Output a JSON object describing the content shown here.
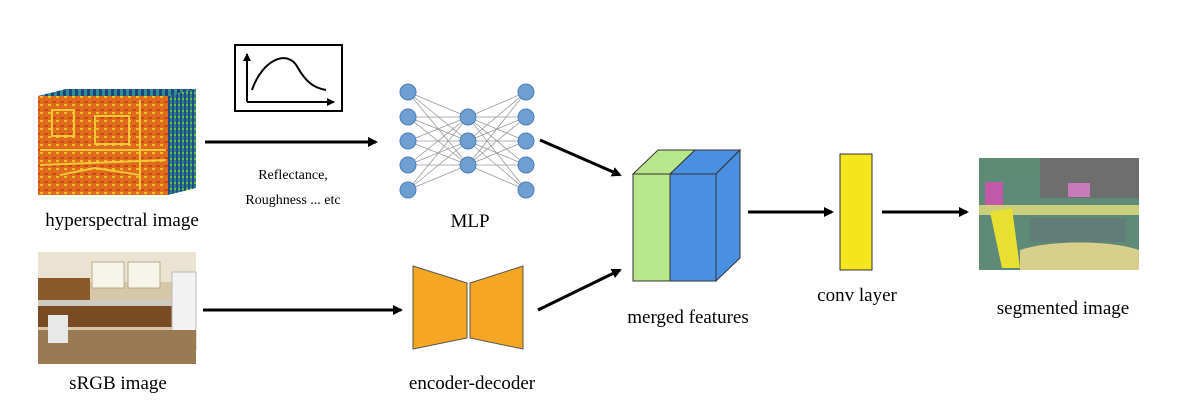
{
  "labels": {
    "hyperspectral": "hyperspectral image",
    "reflectance_line1": "Reflectance,",
    "reflectance_line2": "Roughness ... etc",
    "mlp": "MLP",
    "srgb": "sRGB image",
    "encoder_decoder": "encoder-decoder",
    "merged": "merged features",
    "conv": "conv layer",
    "segmented": "segmented image"
  },
  "colors": {
    "node": "#6f9fd1",
    "node_stroke": "#4a7fb8",
    "edge": "#9a9a9a",
    "encoder": "#f5a623",
    "merged_green": "#b8e68a",
    "merged_blue": "#4a90e2",
    "conv": "#f5e51c",
    "arrow": "#000000"
  },
  "icons": {
    "hyperspectral": "hyperspectral-cube-icon",
    "curve": "spectral-curve-icon",
    "srgb": "kitchen-photo-icon",
    "segmented": "segmentation-map-icon"
  }
}
